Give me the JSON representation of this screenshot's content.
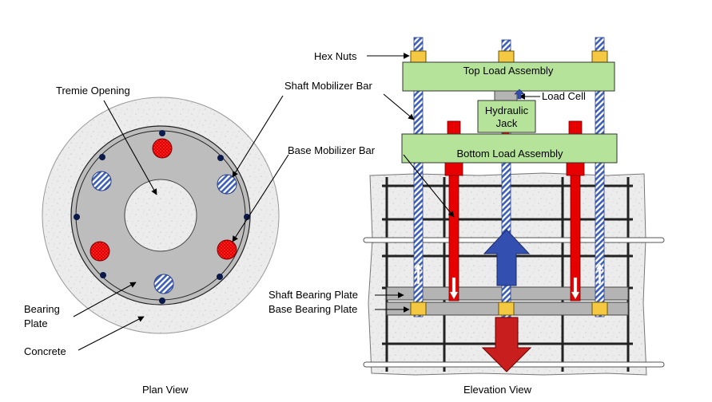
{
  "plan": {
    "caption": "Plan View",
    "labels": {
      "tremie_opening": "Tremie Opening",
      "shaft_mobilizer_bar": "Shaft Mobilizer Bar",
      "base_mobilizer_bar": "Base Mobilizer Bar",
      "bearing_plate_line1": "Bearing",
      "bearing_plate_line2": "Plate",
      "concrete": "Concrete"
    }
  },
  "elevation": {
    "caption": "Elevation View",
    "labels": {
      "hex_nuts": "Hex Nuts",
      "top_load_assembly": "Top Load Assembly",
      "load_cell": "Load Cell",
      "hydraulic_jack_line1": "Hydraulic",
      "hydraulic_jack_line2": "Jack",
      "bottom_load_assembly": "Bottom Load Assembly",
      "shaft_bearing_plate": "Shaft Bearing Plate",
      "base_bearing_plate": "Base Bearing Plate"
    }
  },
  "colors": {
    "assembly_green": "#b6e39a",
    "base_bar_red": "#e60000",
    "shaft_bar_blue": "#4a6fc6",
    "arrow_blue": "#3350b0",
    "arrow_red": "#c81e1e",
    "nut_yellow": "#f5c842",
    "bearing_plate_gray": "#b4b4b4",
    "concrete_gray": "#e8e8e8"
  }
}
